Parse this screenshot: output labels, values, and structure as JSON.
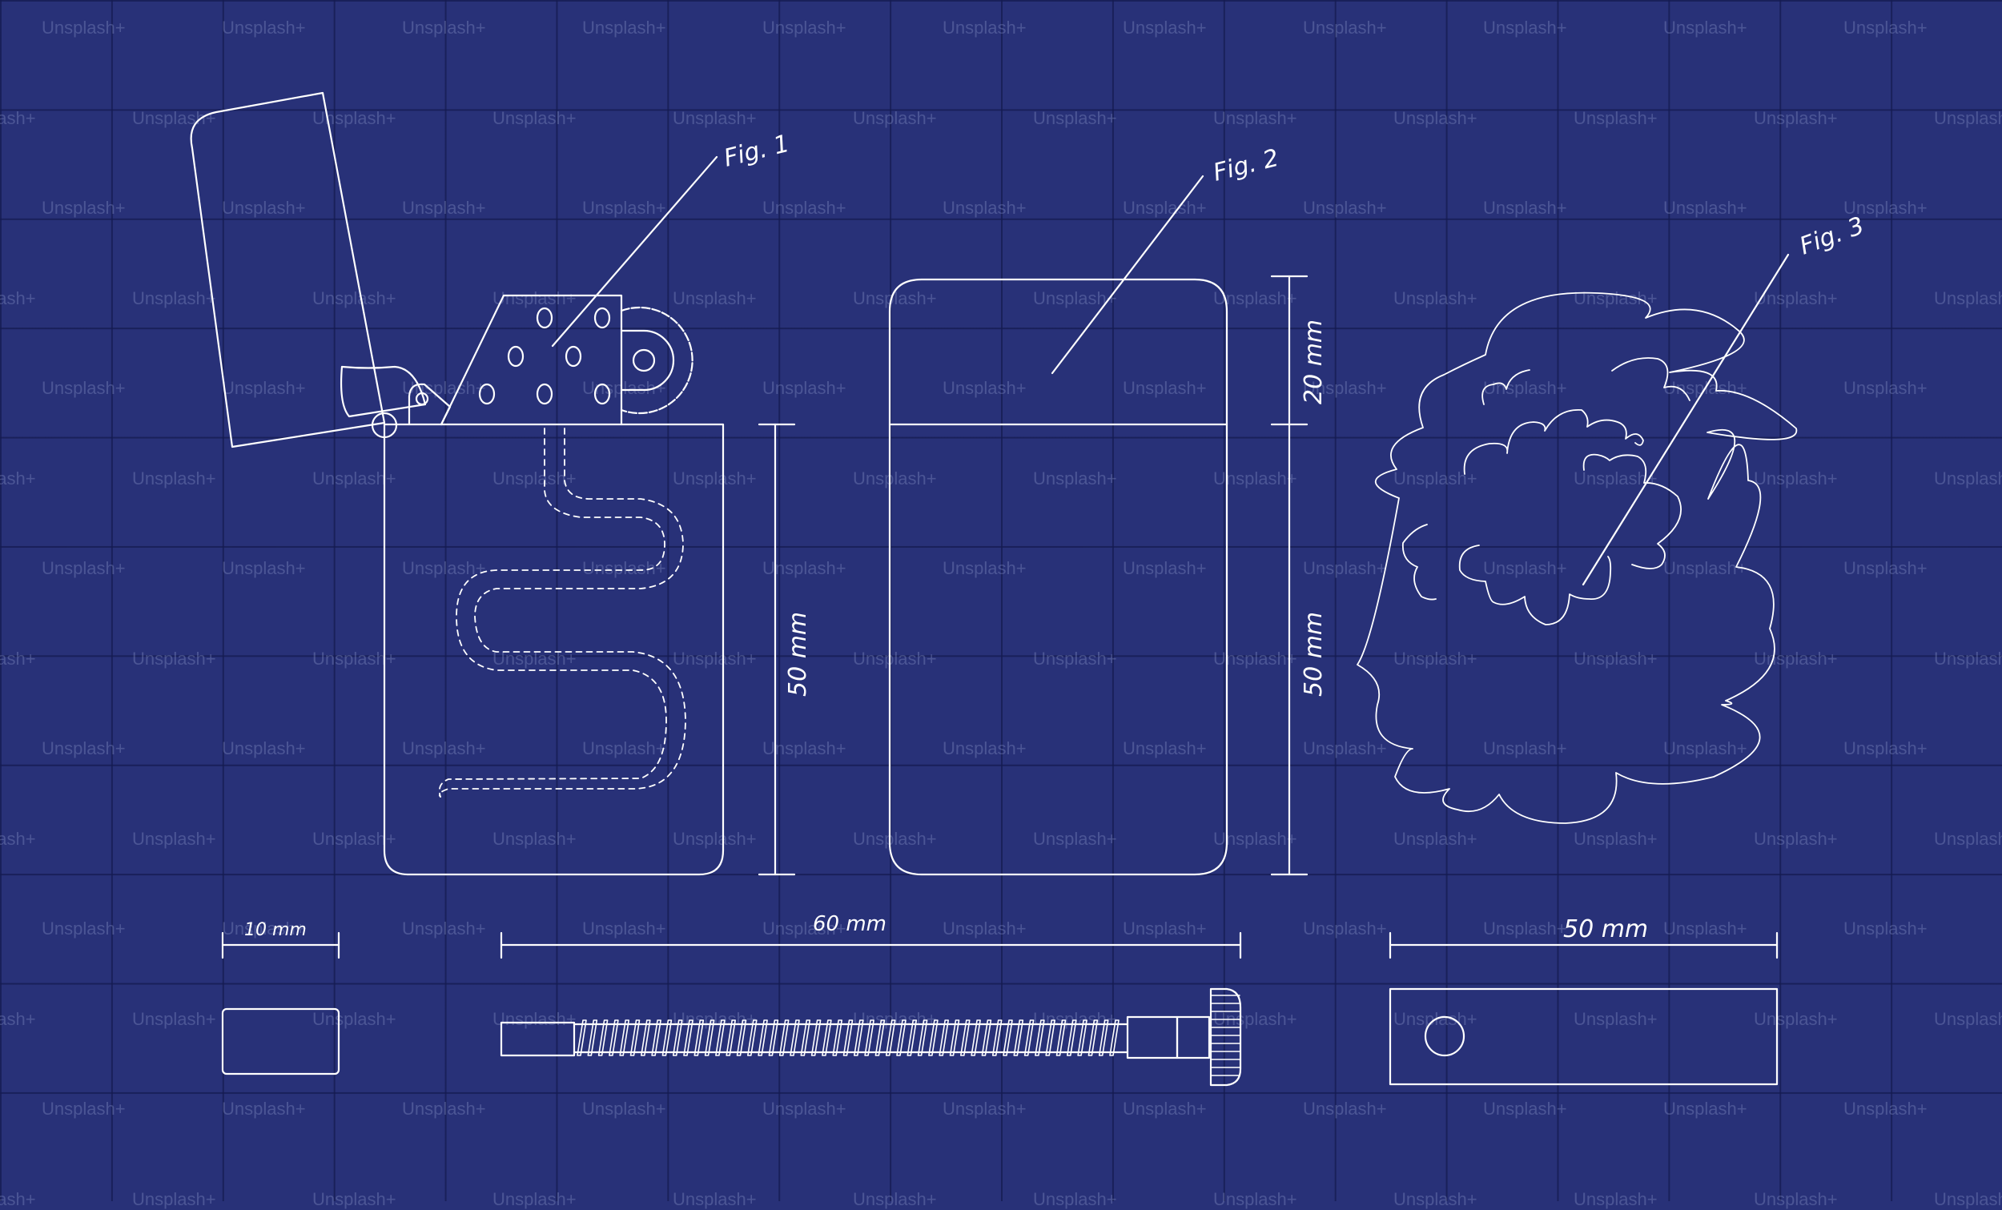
{
  "canvas": {
    "background_color": "#283178",
    "grid_color": "#1a2160",
    "line_color": "#ffffff",
    "watermark_color": "#5a63a0"
  },
  "watermark": {
    "text": "Unsplash+"
  },
  "figures": {
    "fig1": {
      "label": "Fig. 1",
      "description": "Open lighter with lid, chimney, flint wheel and dashed wick"
    },
    "fig2": {
      "label": "Fig. 2",
      "description": "Closed lighter front view"
    },
    "fig3": {
      "label": "Fig. 3",
      "description": "Smoke / flame cloud"
    }
  },
  "dimensions": {
    "fig1_height": "50 mm",
    "fig2_top_height": "20 mm",
    "fig2_body_height": "50 mm",
    "flint_width": "10 mm",
    "screw_length": "60 mm",
    "plate_width": "50 mm"
  },
  "parts": {
    "flint": {
      "name": "flint"
    },
    "screw": {
      "name": "spring-screw"
    },
    "plate": {
      "name": "mounting-plate"
    }
  }
}
